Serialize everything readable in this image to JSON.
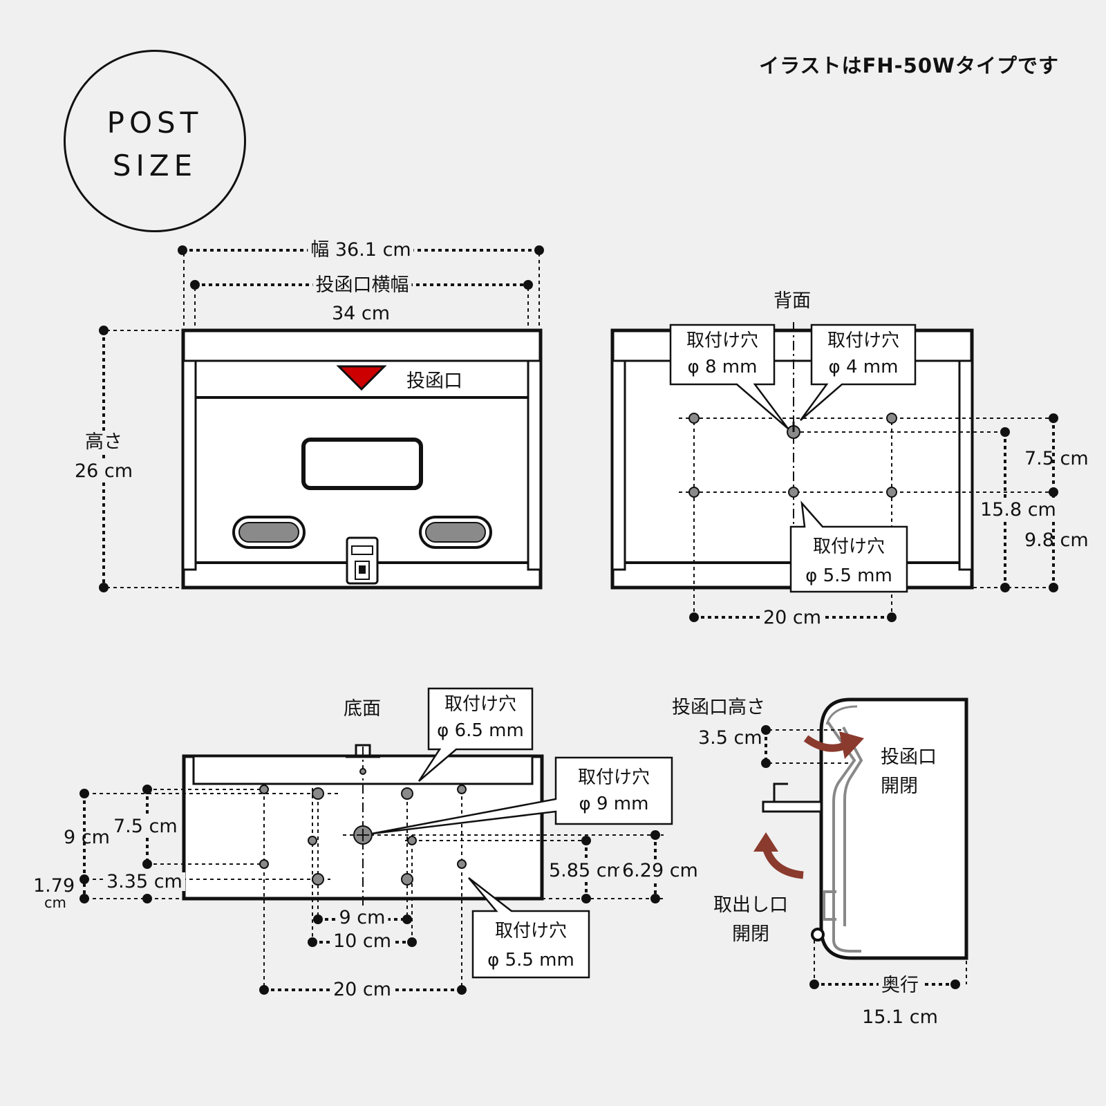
{
  "badge": {
    "line1": "POST",
    "line2": "SIZE"
  },
  "note": "イラストはFH-50Wタイプです",
  "front": {
    "width_label": "幅 36.1 cm",
    "slot_width_label": "投函口横幅",
    "slot_width_value": "34 cm",
    "height_label": "高さ",
    "height_value": "26 cm",
    "slot_label": "投函口"
  },
  "back": {
    "title": "背面",
    "hole_a": {
      "name": "取付け穴",
      "size": "φ 8 mm"
    },
    "hole_b": {
      "name": "取付け穴",
      "size": "φ 4 mm"
    },
    "hole_c": {
      "name": "取付け穴",
      "size": "φ 5.5 mm"
    },
    "dim_75": "7.5 cm",
    "dim_158": "15.8 cm",
    "dim_98": "9.8 cm",
    "dim_20": "20 cm"
  },
  "bottom": {
    "title": "底面",
    "hole_65": {
      "name": "取付け穴",
      "size": "φ 6.5 mm"
    },
    "hole_9": {
      "name": "取付け穴",
      "size": "φ 9 mm"
    },
    "hole_55": {
      "name": "取付け穴",
      "size": "φ 5.5 mm"
    },
    "dim_9": "9 cm",
    "dim_75": "7.5 cm",
    "dim_179": "1.79",
    "dim_179_unit": "cm",
    "dim_335": "3.35 cm",
    "dim_9b": "9 cm",
    "dim_10": "10 cm",
    "dim_20": "20 cm",
    "dim_585": "5.85 cm",
    "dim_629": "6.29 cm"
  },
  "side": {
    "slot_height_label": "投函口高さ",
    "slot_height_value": "3.5 cm",
    "open_label_1": "投函口",
    "open_label_2": "開閉",
    "out_label_1": "取出し口",
    "out_label_2": "開閉",
    "depth_label": "奥行",
    "depth_value": "15.1 cm"
  },
  "colors": {
    "slot_marker": "#cc0000",
    "arrow": "#8b3a2e",
    "line": "#111111",
    "fill": "#ffffff",
    "hole": "#8a8a8a"
  }
}
